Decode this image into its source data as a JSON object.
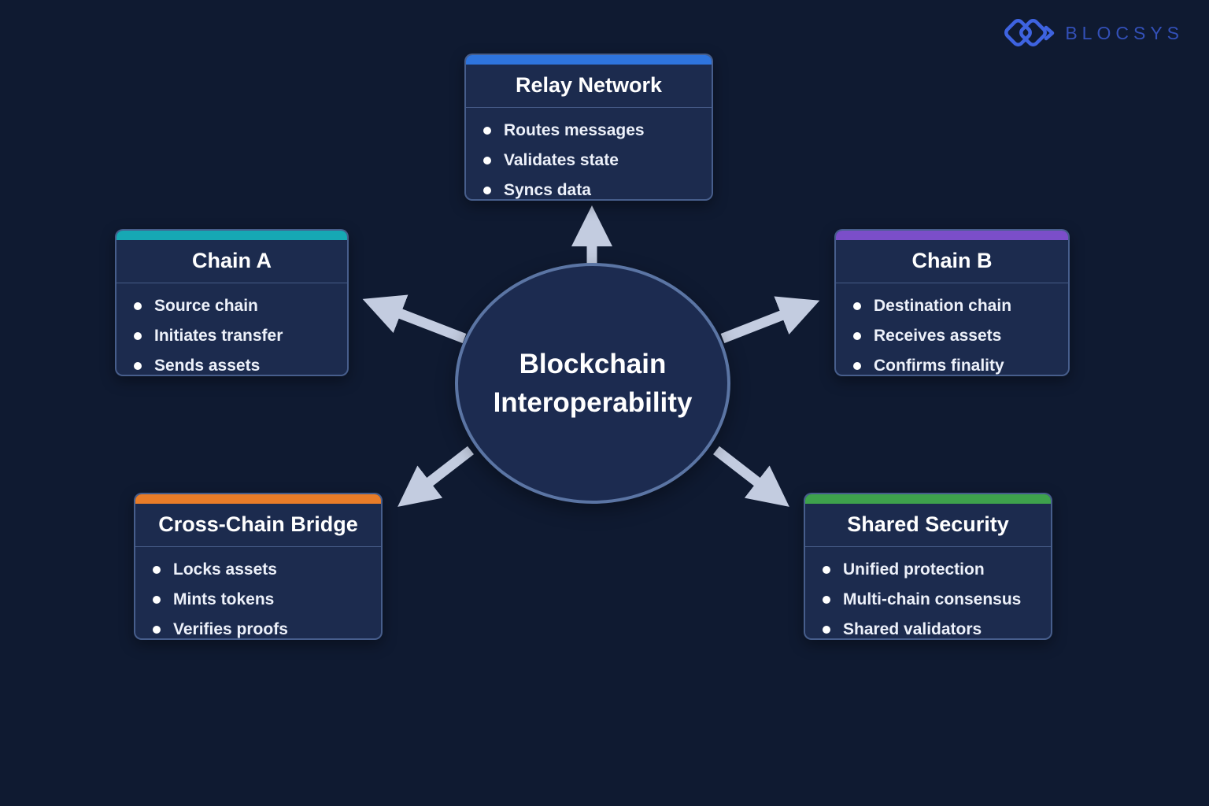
{
  "page": {
    "background": "#0f1a31"
  },
  "logo": {
    "text": "BLOCSYS",
    "text_color": "#3350b8",
    "icon_color": "#3e63e0"
  },
  "center": {
    "line1": "Blockchain",
    "line2": "Interoperability",
    "fill": "#1c2b50",
    "stroke": "#5b75a4"
  },
  "colors": {
    "arrow": "#c3cce0",
    "box_fill": "#1c2b4e",
    "box_border": "#6c88c0",
    "text": "#ffffff"
  },
  "nodes": [
    {
      "id": "relay-network",
      "title": "Relay Network",
      "accent": "#2e74dd",
      "items": [
        "Routes messages",
        "Validates state",
        "Syncs data"
      ]
    },
    {
      "id": "chain-a",
      "title": "Chain A",
      "accent": "#16a8b4",
      "items": [
        "Source chain",
        "Initiates transfer",
        "Sends assets"
      ]
    },
    {
      "id": "chain-b",
      "title": "Chain B",
      "accent": "#7b4ec9",
      "items": [
        "Destination chain",
        "Receives assets",
        "Confirms finality"
      ]
    },
    {
      "id": "cross-chain-bridge",
      "title": "Cross-Chain Bridge",
      "accent": "#e87c28",
      "items": [
        "Locks assets",
        "Mints tokens",
        "Verifies proofs"
      ]
    },
    {
      "id": "shared-security",
      "title": "Shared Security",
      "accent": "#3ea24c",
      "items": [
        "Unified protection",
        "Multi-chain consensus",
        "Shared validators"
      ]
    }
  ]
}
